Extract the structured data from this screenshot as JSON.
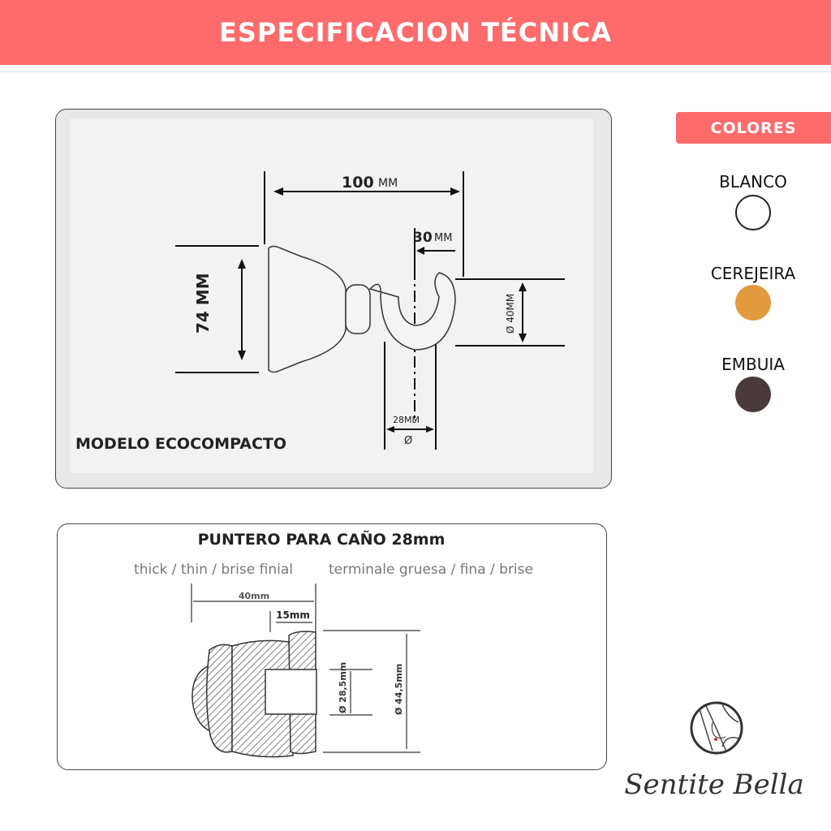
{
  "header": {
    "title": "ESPECIFICACION TÉCNICA"
  },
  "hook_diagram": {
    "model_label": "MODELO ECOCOMPACTO",
    "width_label": "100",
    "width_unit": "MM",
    "hook_label": "30",
    "hook_unit": "MM",
    "height_label": "74  MM",
    "diameter_label": "Ø 40MM",
    "rod_label": "28MM",
    "rod_symbol": "Ø"
  },
  "finial_diagram": {
    "title": "PUNTERO PARA CAÑO 28mm",
    "subtitle_en": "thick / thin / brise finial",
    "subtitle_es": "terminale gruesa / fina / brise",
    "length_label": "40mm",
    "inner_depth_label": "15mm",
    "inner_diameter_label": "Ø 28,5mm",
    "outer_diameter_label": "Ø 44,5mm"
  },
  "colors": {
    "title": "COLORES",
    "items": [
      {
        "label": "BLANCO",
        "hex": "#ffffff"
      },
      {
        "label": "CEREJEIRA",
        "hex": "#e39a3f"
      },
      {
        "label": "EMBUIA",
        "hex": "#4a3a3d"
      }
    ]
  },
  "logo": {
    "brand": "Sentite Bella"
  }
}
